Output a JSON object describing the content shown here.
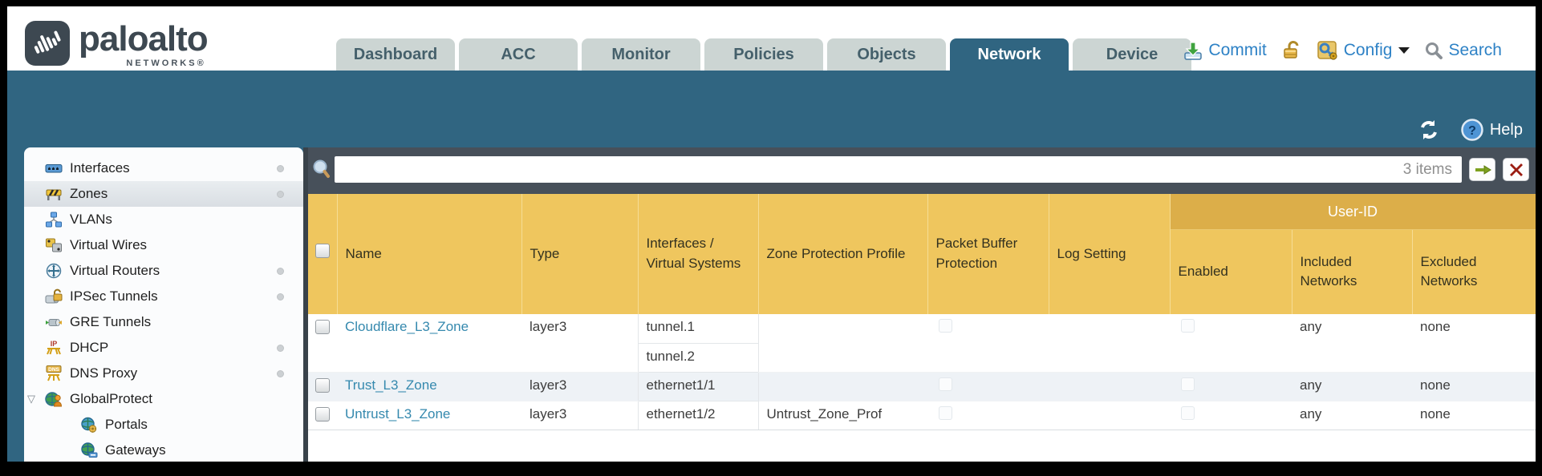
{
  "brand": {
    "name": "paloalto",
    "networks": "NETWORKS®"
  },
  "nav": {
    "tabs": [
      {
        "label": "Dashboard",
        "active": false
      },
      {
        "label": "ACC",
        "active": false
      },
      {
        "label": "Monitor",
        "active": false
      },
      {
        "label": "Policies",
        "active": false
      },
      {
        "label": "Objects",
        "active": false
      },
      {
        "label": "Network",
        "active": true
      },
      {
        "label": "Device",
        "active": false
      }
    ],
    "commit": "Commit",
    "config": "Config",
    "search": "Search"
  },
  "teal": {
    "help": "Help"
  },
  "sidebar": {
    "items": [
      {
        "label": "Interfaces",
        "icon": "interfaces-icon",
        "dot": true
      },
      {
        "label": "Zones",
        "icon": "zones-icon",
        "dot": true,
        "selected": true
      },
      {
        "label": "VLANs",
        "icon": "vlans-icon",
        "dot": false
      },
      {
        "label": "Virtual Wires",
        "icon": "virtual-wires-icon",
        "dot": false
      },
      {
        "label": "Virtual Routers",
        "icon": "virtual-routers-icon",
        "dot": true
      },
      {
        "label": "IPSec Tunnels",
        "icon": "ipsec-tunnels-icon",
        "dot": true
      },
      {
        "label": "GRE Tunnels",
        "icon": "gre-tunnels-icon",
        "dot": false
      },
      {
        "label": "DHCP",
        "icon": "dhcp-icon",
        "dot": true
      },
      {
        "label": "DNS Proxy",
        "icon": "dns-proxy-icon",
        "dot": true
      },
      {
        "label": "GlobalProtect",
        "icon": "globalprotect-icon",
        "dot": false,
        "expanded": true
      },
      {
        "label": "Portals",
        "icon": "portals-icon",
        "child": true
      },
      {
        "label": "Gateways",
        "icon": "gateways-icon",
        "child": true
      }
    ]
  },
  "search_bar": {
    "value": "",
    "count": "3 items"
  },
  "table": {
    "group_header": "User-ID",
    "columns": [
      "Name",
      "Type",
      "Interfaces / Virtual Systems",
      "Zone Protection Profile",
      "Packet Buffer Protection",
      "Log Setting",
      "Enabled",
      "Included Networks",
      "Excluded Networks"
    ],
    "rows": [
      {
        "name": "Cloudflare_L3_Zone",
        "type": "layer3",
        "interfaces": [
          "tunnel.1",
          "tunnel.2"
        ],
        "zone_protection_profile": "",
        "log_setting": "",
        "included_networks": "any",
        "excluded_networks": "none"
      },
      {
        "name": "Trust_L3_Zone",
        "type": "layer3",
        "interfaces": [
          "ethernet1/1"
        ],
        "zone_protection_profile": "",
        "log_setting": "",
        "included_networks": "any",
        "excluded_networks": "none"
      },
      {
        "name": "Untrust_L3_Zone",
        "type": "layer3",
        "interfaces": [
          "ethernet1/2"
        ],
        "zone_protection_profile": "Untrust_Zone_Prof",
        "log_setting": "",
        "included_networks": "any",
        "excluded_networks": "none"
      }
    ]
  },
  "colors": {
    "teal_band": "#306581",
    "slate_toolbar": "#47505a",
    "gold_header": "#efc65e",
    "gold_userid": "#dcae49",
    "link_blue": "#3589ae",
    "utility_blue": "#2e82c6",
    "tab_inactive": "#ccd5d3",
    "row_alt": "#eef2f6"
  }
}
